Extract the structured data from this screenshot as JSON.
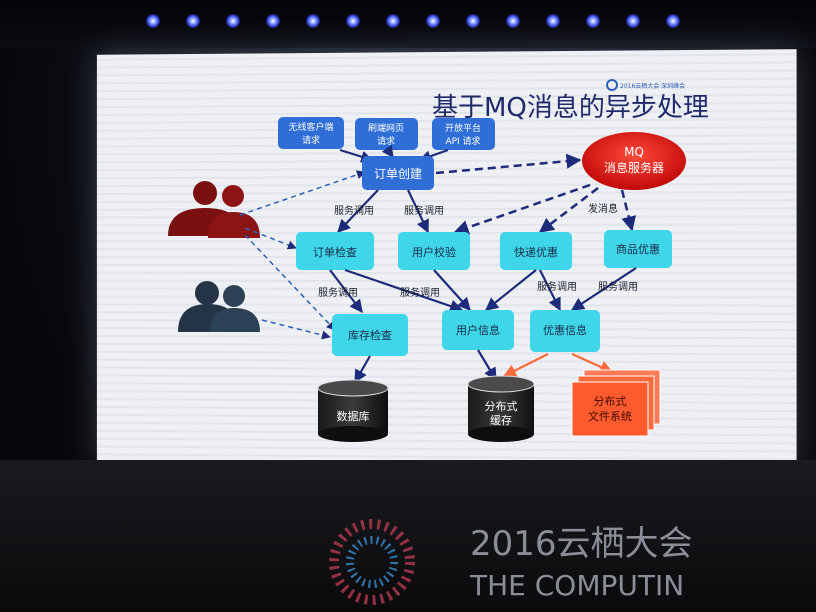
{
  "slide": {
    "title": "基于MQ消息的异步处理",
    "logo_text": "2016云栖大会·深圳峰会"
  },
  "nodes": {
    "wireless": "无线客户端\n请求",
    "web": "刷端网页\n请求",
    "open_api": "开放平台\nAPI 请求",
    "order_create": "订单创建",
    "mq_server": "MQ\n消息服务器",
    "order_check": "订单检查",
    "user_verify": "用户校验",
    "quick_promo": "快递优惠",
    "goods_promo": "商品优惠",
    "stock_check": "库存检查",
    "user_info": "用户信息",
    "promo_info": "优惠信息",
    "database": "数据库",
    "cache": "分布式\n缓存",
    "fs": "分布式\n文件系统"
  },
  "edge_labels": {
    "svc1": "服务调用",
    "svc2": "服务调用",
    "svc3": "服务调用",
    "svc4": "服务调用",
    "svc5": "服务调用",
    "svc6": "服务调用",
    "msg": "发消息"
  },
  "backdrop": {
    "line1": "2016云栖大会",
    "line2": "THE COMPUTIN"
  },
  "colors": {
    "cyan_box": "#3fd6ea",
    "blue_box": "#2f6ed6",
    "mq_red": "#e01414",
    "orange": "#ff6a3d",
    "arrow_dark": "#1c2b7a"
  }
}
